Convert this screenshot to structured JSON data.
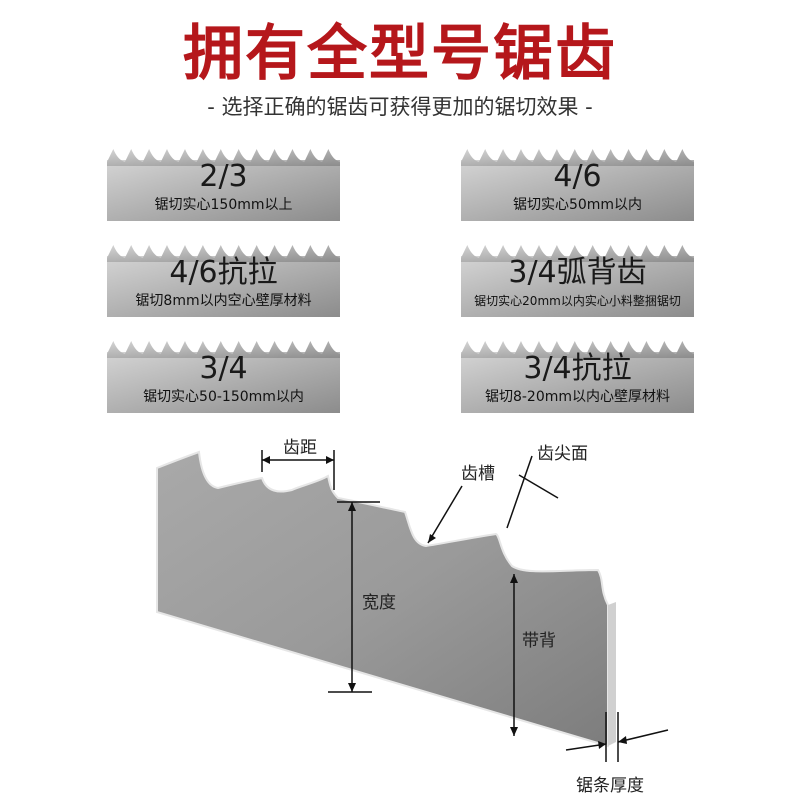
{
  "title": "拥有全型号锯齿",
  "subtitle": "- 选择正确的锯齿可获得更加的锯切效果 -",
  "colors": {
    "title": "#b5171b",
    "blade_light": "#c8c8c8",
    "blade_dark": "#8f8f8f"
  },
  "blades": [
    {
      "main": "2/3",
      "desc": "锯切实心150mm以上"
    },
    {
      "main": "4/6",
      "desc": "锯切实心50mm以内"
    },
    {
      "main": "4/6抗拉",
      "desc": "锯切8mm以内空心壁厚材料"
    },
    {
      "main": "3/4弧背齿",
      "desc": "锯切实心20mm以内实心小料整捆锯切"
    },
    {
      "main": "3/4",
      "desc": "锯切实心50-150mm以内"
    },
    {
      "main": "3/4抗拉",
      "desc": "锯切8-20mm以内心壁厚材料"
    }
  ],
  "diagram": {
    "pitch": "齿距",
    "gullet": "齿槽",
    "tooth_face": "齿尖面",
    "width": "宽度",
    "back": "带背",
    "thickness": "锯条厚度"
  }
}
